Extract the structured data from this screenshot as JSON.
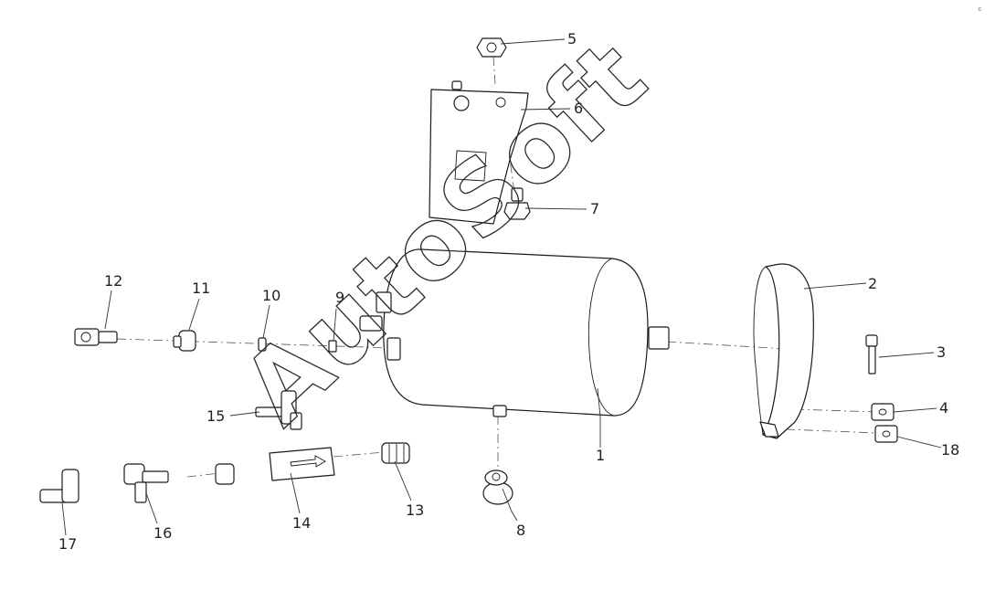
{
  "watermark": "AutoSoft",
  "corner_mark": "©",
  "callouts": [
    {
      "id": "1",
      "label": "1"
    },
    {
      "id": "2",
      "label": "2"
    },
    {
      "id": "3",
      "label": "3"
    },
    {
      "id": "4",
      "label": "4"
    },
    {
      "id": "5",
      "label": "5"
    },
    {
      "id": "6",
      "label": "6"
    },
    {
      "id": "7",
      "label": "7"
    },
    {
      "id": "8",
      "label": "8"
    },
    {
      "id": "9",
      "label": "9"
    },
    {
      "id": "10",
      "label": "10"
    },
    {
      "id": "11",
      "label": "11"
    },
    {
      "id": "12",
      "label": "12"
    },
    {
      "id": "13",
      "label": "13"
    },
    {
      "id": "14",
      "label": "14"
    },
    {
      "id": "15",
      "label": "15"
    },
    {
      "id": "16",
      "label": "16"
    },
    {
      "id": "17",
      "label": "17"
    },
    {
      "id": "18",
      "label": "18"
    }
  ]
}
